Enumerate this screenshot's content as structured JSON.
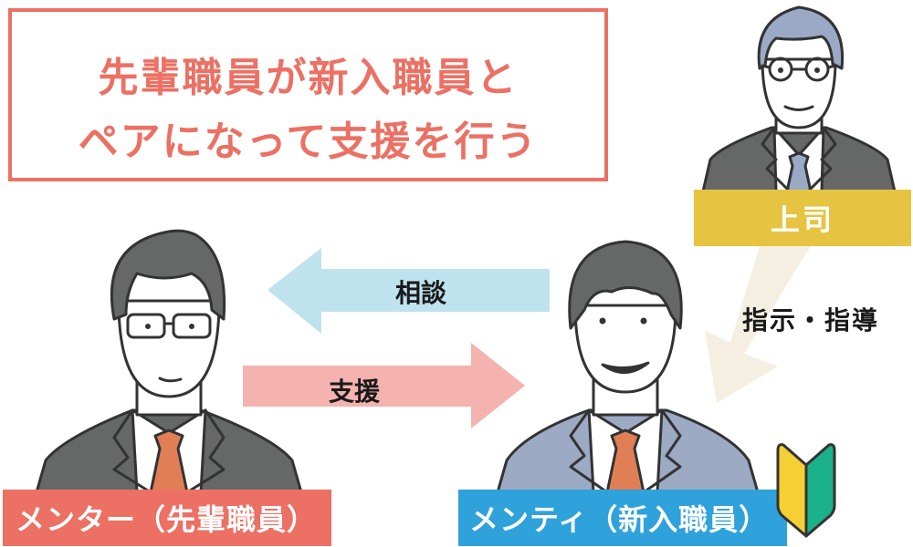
{
  "title": {
    "line1": "先輩職員が新入職員と",
    "line2": "ペアになって支援を行う",
    "color": "#ec7063"
  },
  "people": {
    "mentor": {
      "label": "メンター（先輩職員）",
      "label_color": "#ec7063",
      "suit_color": "#666767",
      "tie_color": "#e07f55",
      "icon": "mentor-person-with-glasses-icon"
    },
    "mentee": {
      "label": "メンティ（新入職員）",
      "label_color": "#2fa2db",
      "suit_color": "#9caac4",
      "tie_color": "#e07f55",
      "icon": "mentee-person-icon",
      "badge": "beginner-mark-icon"
    },
    "boss": {
      "label": "上司",
      "label_color": "#e6c441",
      "suit_color": "#666767",
      "tie_color": "#9aaac6",
      "hair_color": "#9aaac6",
      "icon": "boss-person-with-glasses-icon"
    }
  },
  "arrows": {
    "consult": {
      "label": "相談",
      "direction": "mentee-to-mentor",
      "color": "#bfe2ef"
    },
    "support": {
      "label": "支援",
      "direction": "mentor-to-mentee",
      "color": "#f4b3ae"
    },
    "instruction": {
      "label": "指示・指導",
      "direction": "boss-to-mentee",
      "color": "#f5efe1"
    }
  },
  "beginner_mark": {
    "left_color": "#f5cf33",
    "right_color": "#1bb18a"
  }
}
